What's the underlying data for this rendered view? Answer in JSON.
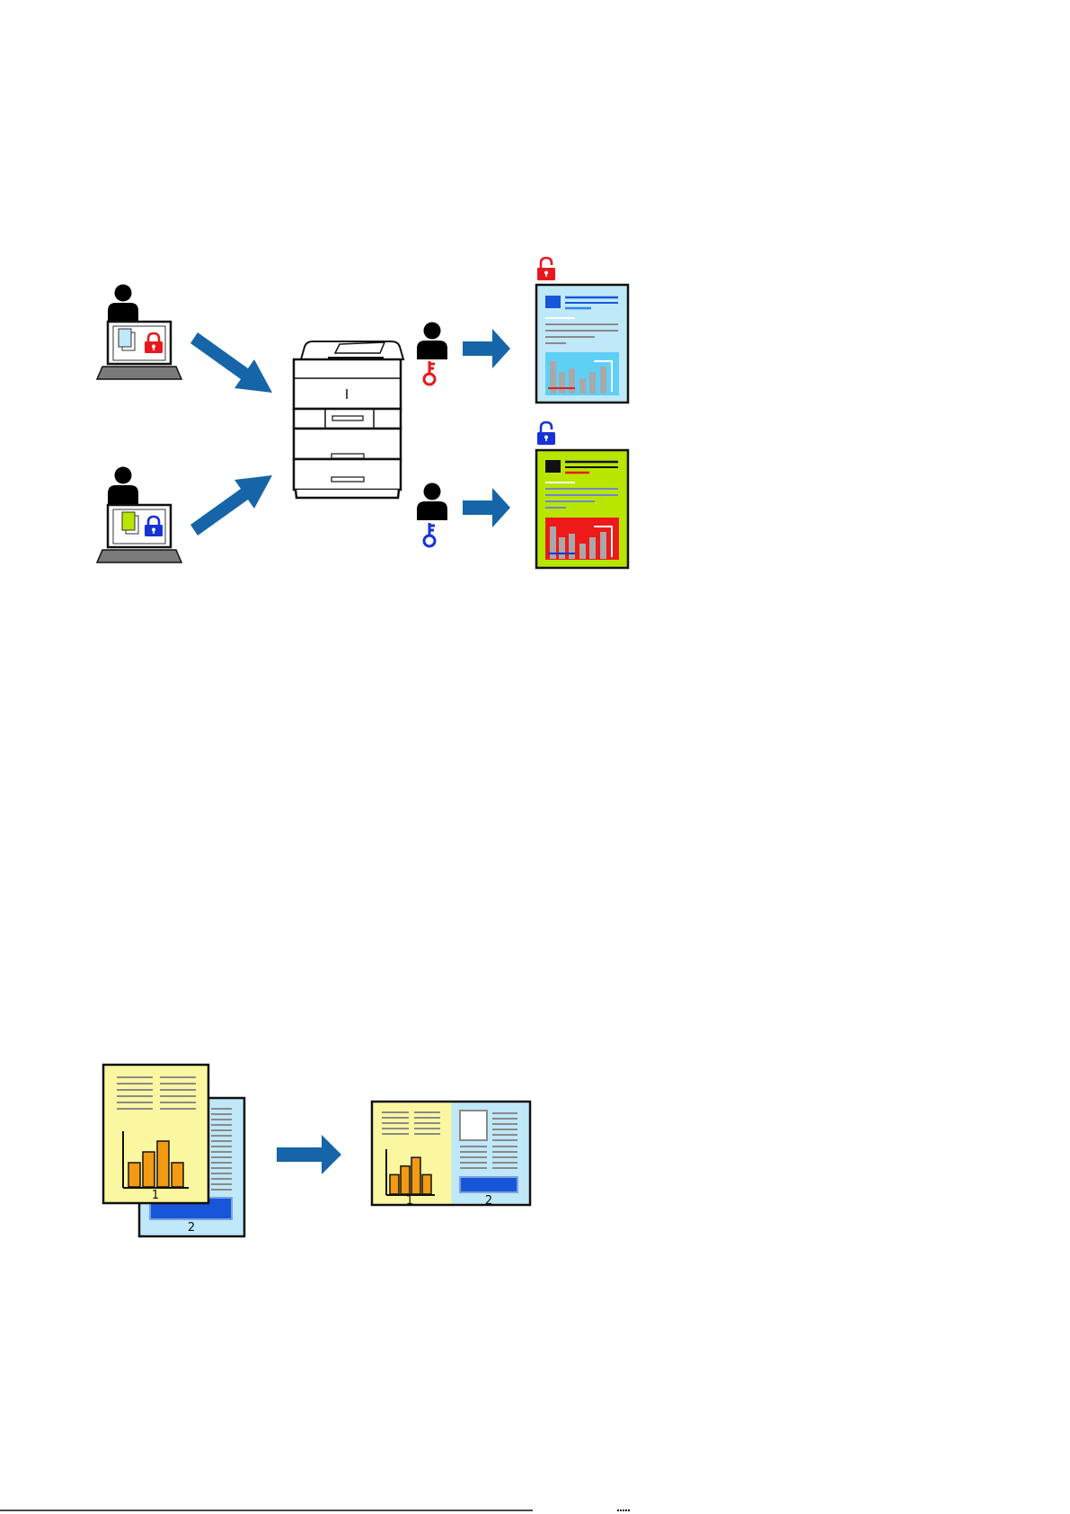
{
  "colors": {
    "accent_blue": "#1565a8",
    "key_red": "#e8191e",
    "key_blue": "#1732d8",
    "doc_light_blue": "#bfe8f8",
    "doc_green": "#b8e600",
    "page_yellow": "#fbf7a1",
    "bar_orange": "#f29a12",
    "rule_gray": "#9a9a9a"
  },
  "icons": {
    "person": "person-icon",
    "laptop": "laptop-icon",
    "printer": "printer-icon",
    "lock": "padlock-icon",
    "unlock": "unlocked-padlock-icon",
    "key": "key-icon",
    "arrow": "arrow-icon",
    "document": "document-icon"
  },
  "multi_page": {
    "page1_label": "1",
    "page2_label": "2",
    "combined_label_1": "1",
    "combined_label_2": "2",
    "page1_bars": [
      0.45,
      0.65,
      0.85,
      0.45
    ],
    "combined_bars": [
      0.45,
      0.65,
      0.85,
      0.45
    ]
  }
}
